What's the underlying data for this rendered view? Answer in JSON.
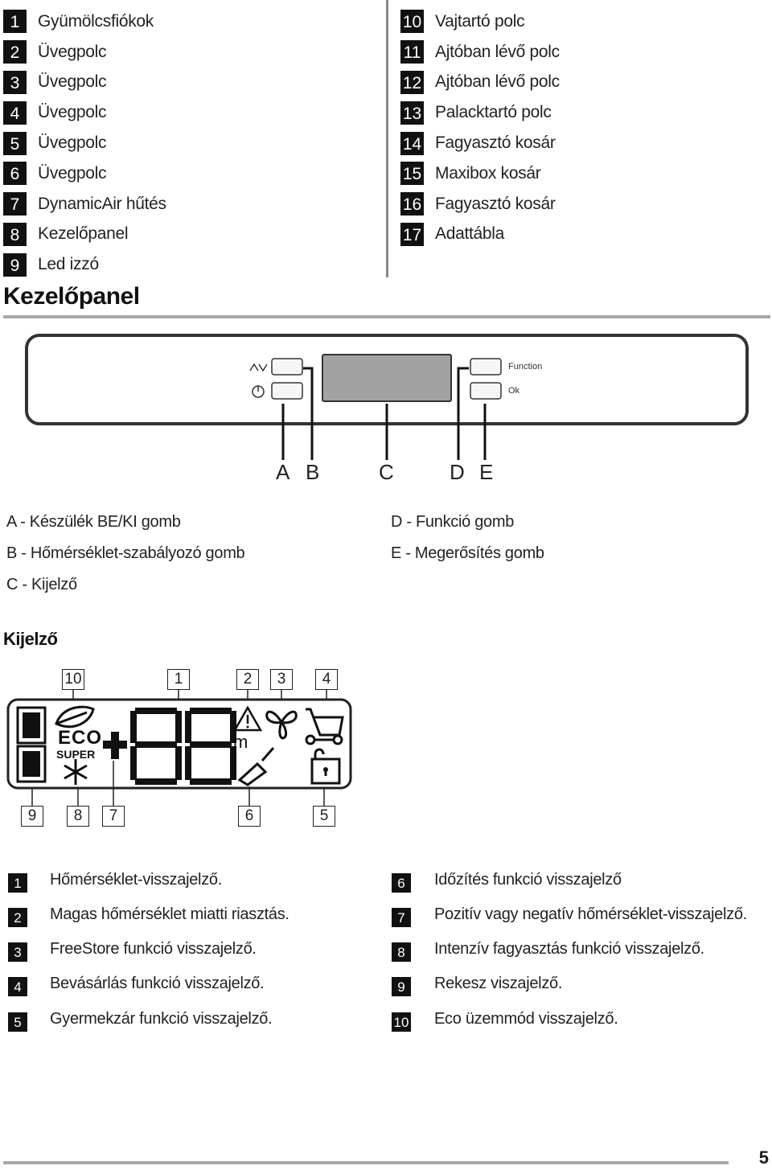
{
  "parts_left": [
    {
      "num": "1",
      "label": "Gyümölcsfiókok"
    },
    {
      "num": "2",
      "label": "Üvegpolc"
    },
    {
      "num": "3",
      "label": "Üvegpolc"
    },
    {
      "num": "4",
      "label": "Üvegpolc"
    },
    {
      "num": "5",
      "label": "Üvegpolc"
    },
    {
      "num": "6",
      "label": "Üvegpolc"
    },
    {
      "num": "7",
      "label": "DynamicAir hűtés"
    },
    {
      "num": "8",
      "label": "Kezelőpanel"
    },
    {
      "num": "9",
      "label": "Led izzó"
    }
  ],
  "parts_right": [
    {
      "num": "10",
      "label": "Vajtartó polc"
    },
    {
      "num": "11",
      "label": "Ajtóban lévő polc"
    },
    {
      "num": "12",
      "label": "Ajtóban lévő polc"
    },
    {
      "num": "13",
      "label": "Palacktartó polc"
    },
    {
      "num": "14",
      "label": "Fagyasztó kosár"
    },
    {
      "num": "15",
      "label": "Maxibox kosár"
    },
    {
      "num": "16",
      "label": "Fagyasztó kosár"
    },
    {
      "num": "17",
      "label": "Adattábla"
    }
  ],
  "panel_section": {
    "title": "Kezelőpanel",
    "function_label": "Function",
    "ok_label": "Ok",
    "callouts": [
      "A",
      "B",
      "C",
      "D",
      "E"
    ],
    "legend_left": [
      "A - Készülék BE/KI gomb",
      "B - Hőmérséklet-szabályozó gomb",
      "C - Kijelző"
    ],
    "legend_right": [
      "D - Funkció gomb",
      "E - Megerősítés gomb"
    ]
  },
  "display_section": {
    "title": "Kijelző",
    "top_numbers": [
      "10",
      "1",
      "2",
      "3",
      "4"
    ],
    "bottom_numbers": [
      "9",
      "8",
      "7",
      "6",
      "5"
    ],
    "eco_text": "ECO",
    "super_text": "SUPER",
    "digits": "88",
    "m_text": "m"
  },
  "indicators_left": [
    {
      "num": "1",
      "label": "Hőmérséklet-visszajelző."
    },
    {
      "num": "2",
      "label": "Magas hőmérséklet miatti riasztás."
    },
    {
      "num": "3",
      "label": "FreeStore funkció visszajelző."
    },
    {
      "num": "4",
      "label": "Bevásárlás funkció visszajelző."
    },
    {
      "num": "5",
      "label": "Gyermekzár funkció visszajelző."
    }
  ],
  "indicators_right": [
    {
      "num": "6",
      "label": "Időzítés funkció visszajelző"
    },
    {
      "num": "7",
      "label": "Pozitív vagy negatív hőmérséklet-visszajelző."
    },
    {
      "num": "8",
      "label": "Intenzív fagyasztás funkció visszajelző."
    },
    {
      "num": "9",
      "label": "Rekesz viszajelző."
    },
    {
      "num": "10",
      "label": "Eco üzemmód visszajelző."
    }
  ],
  "page_number": "5"
}
